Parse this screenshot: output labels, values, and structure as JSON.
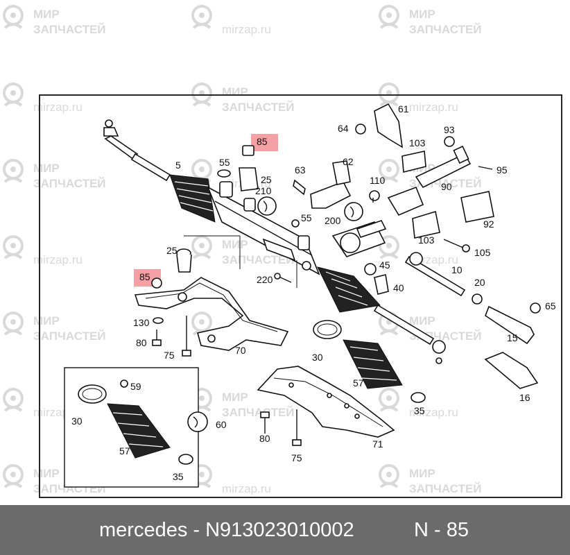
{
  "watermark": {
    "line1": "МИР",
    "line2": "ЗАПЧАСТЕЙ",
    "url": "mirzap.ru"
  },
  "diagram": {
    "callouts": [
      "5",
      "55",
      "25",
      "210",
      "63",
      "62",
      "110",
      "93",
      "103",
      "61",
      "64",
      "95",
      "90",
      "92",
      "105",
      "10",
      "20",
      "65",
      "15",
      "16",
      "45",
      "40",
      "200",
      "55",
      "220",
      "85",
      "85",
      "25",
      "130",
      "80",
      "75",
      "70",
      "30",
      "57",
      "35",
      "71",
      "80",
      "75",
      "59",
      "30",
      "57",
      "35",
      "60",
      "103"
    ]
  },
  "colors": {
    "highlight": "#f4a0a4",
    "footer_bg": "#6b6b6b",
    "footer_text": "#ffffff",
    "watermark": "#d9d9d9"
  },
  "footer": {
    "brand_code": "mercedes - N913023010002",
    "position": "N - 85"
  }
}
